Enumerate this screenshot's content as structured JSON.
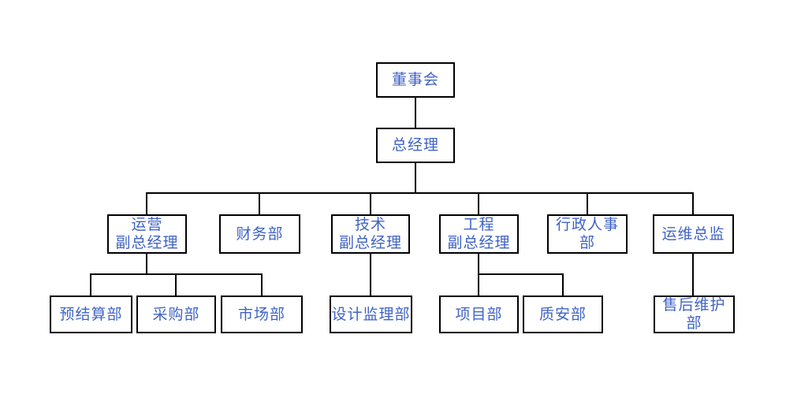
{
  "diagram": {
    "type": "org-chart",
    "colors": {
      "node_text": "#3f63c6",
      "node_border": "#000000",
      "connector": "#000000",
      "background": "#ffffff"
    },
    "nodes": {
      "board": {
        "label": "董事会"
      },
      "gm": {
        "label": "总经理"
      },
      "ops": {
        "label": "运营\n副总经理"
      },
      "finance": {
        "label": "财务部"
      },
      "tech": {
        "label": "技术\n副总经理"
      },
      "eng": {
        "label": "工程\n副总经理"
      },
      "adminhr": {
        "label": "行政人事部"
      },
      "om": {
        "label": "运维总监"
      },
      "presettle": {
        "label": "预结算部"
      },
      "procure": {
        "label": "采购部"
      },
      "marketing": {
        "label": "市场部"
      },
      "design": {
        "label": "设计监理部"
      },
      "project": {
        "label": "项目部"
      },
      "quality": {
        "label": "质安部"
      },
      "aftersales": {
        "label": "售后维护部"
      }
    },
    "hierarchy": [
      {
        "parent": "董事会",
        "children": [
          "总经理"
        ]
      },
      {
        "parent": "总经理",
        "children": [
          "运营副总经理",
          "财务部",
          "技术副总经理",
          "工程副总经理",
          "行政人事部",
          "运维总监"
        ]
      },
      {
        "parent": "运营副总经理",
        "children": [
          "预结算部",
          "采购部",
          "市场部"
        ]
      },
      {
        "parent": "技术副总经理",
        "children": [
          "设计监理部"
        ]
      },
      {
        "parent": "工程副总经理",
        "children": [
          "项目部",
          "质安部"
        ]
      },
      {
        "parent": "运维总监",
        "children": [
          "售后维护部"
        ]
      }
    ]
  }
}
